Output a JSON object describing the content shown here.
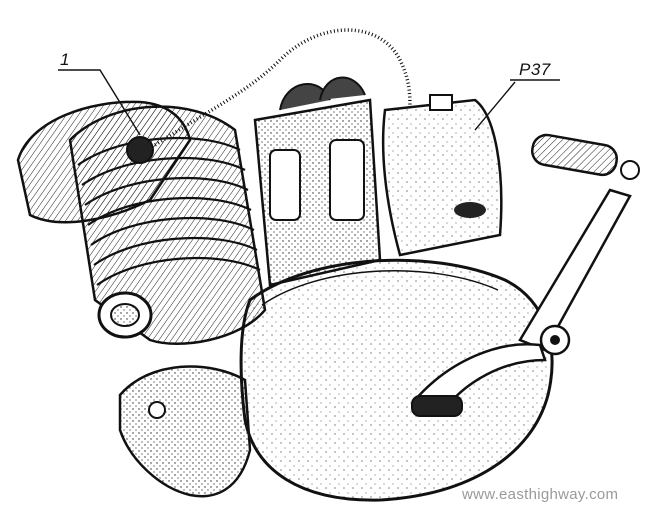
{
  "callouts": {
    "part_1": "1",
    "part_p37": "P37"
  },
  "watermark": "www.easthighway.com",
  "icons": [
    "engine-illustration"
  ],
  "colors": {
    "ink": "#111111",
    "paper": "#ffffff",
    "watermark": "#9a9a9a"
  }
}
